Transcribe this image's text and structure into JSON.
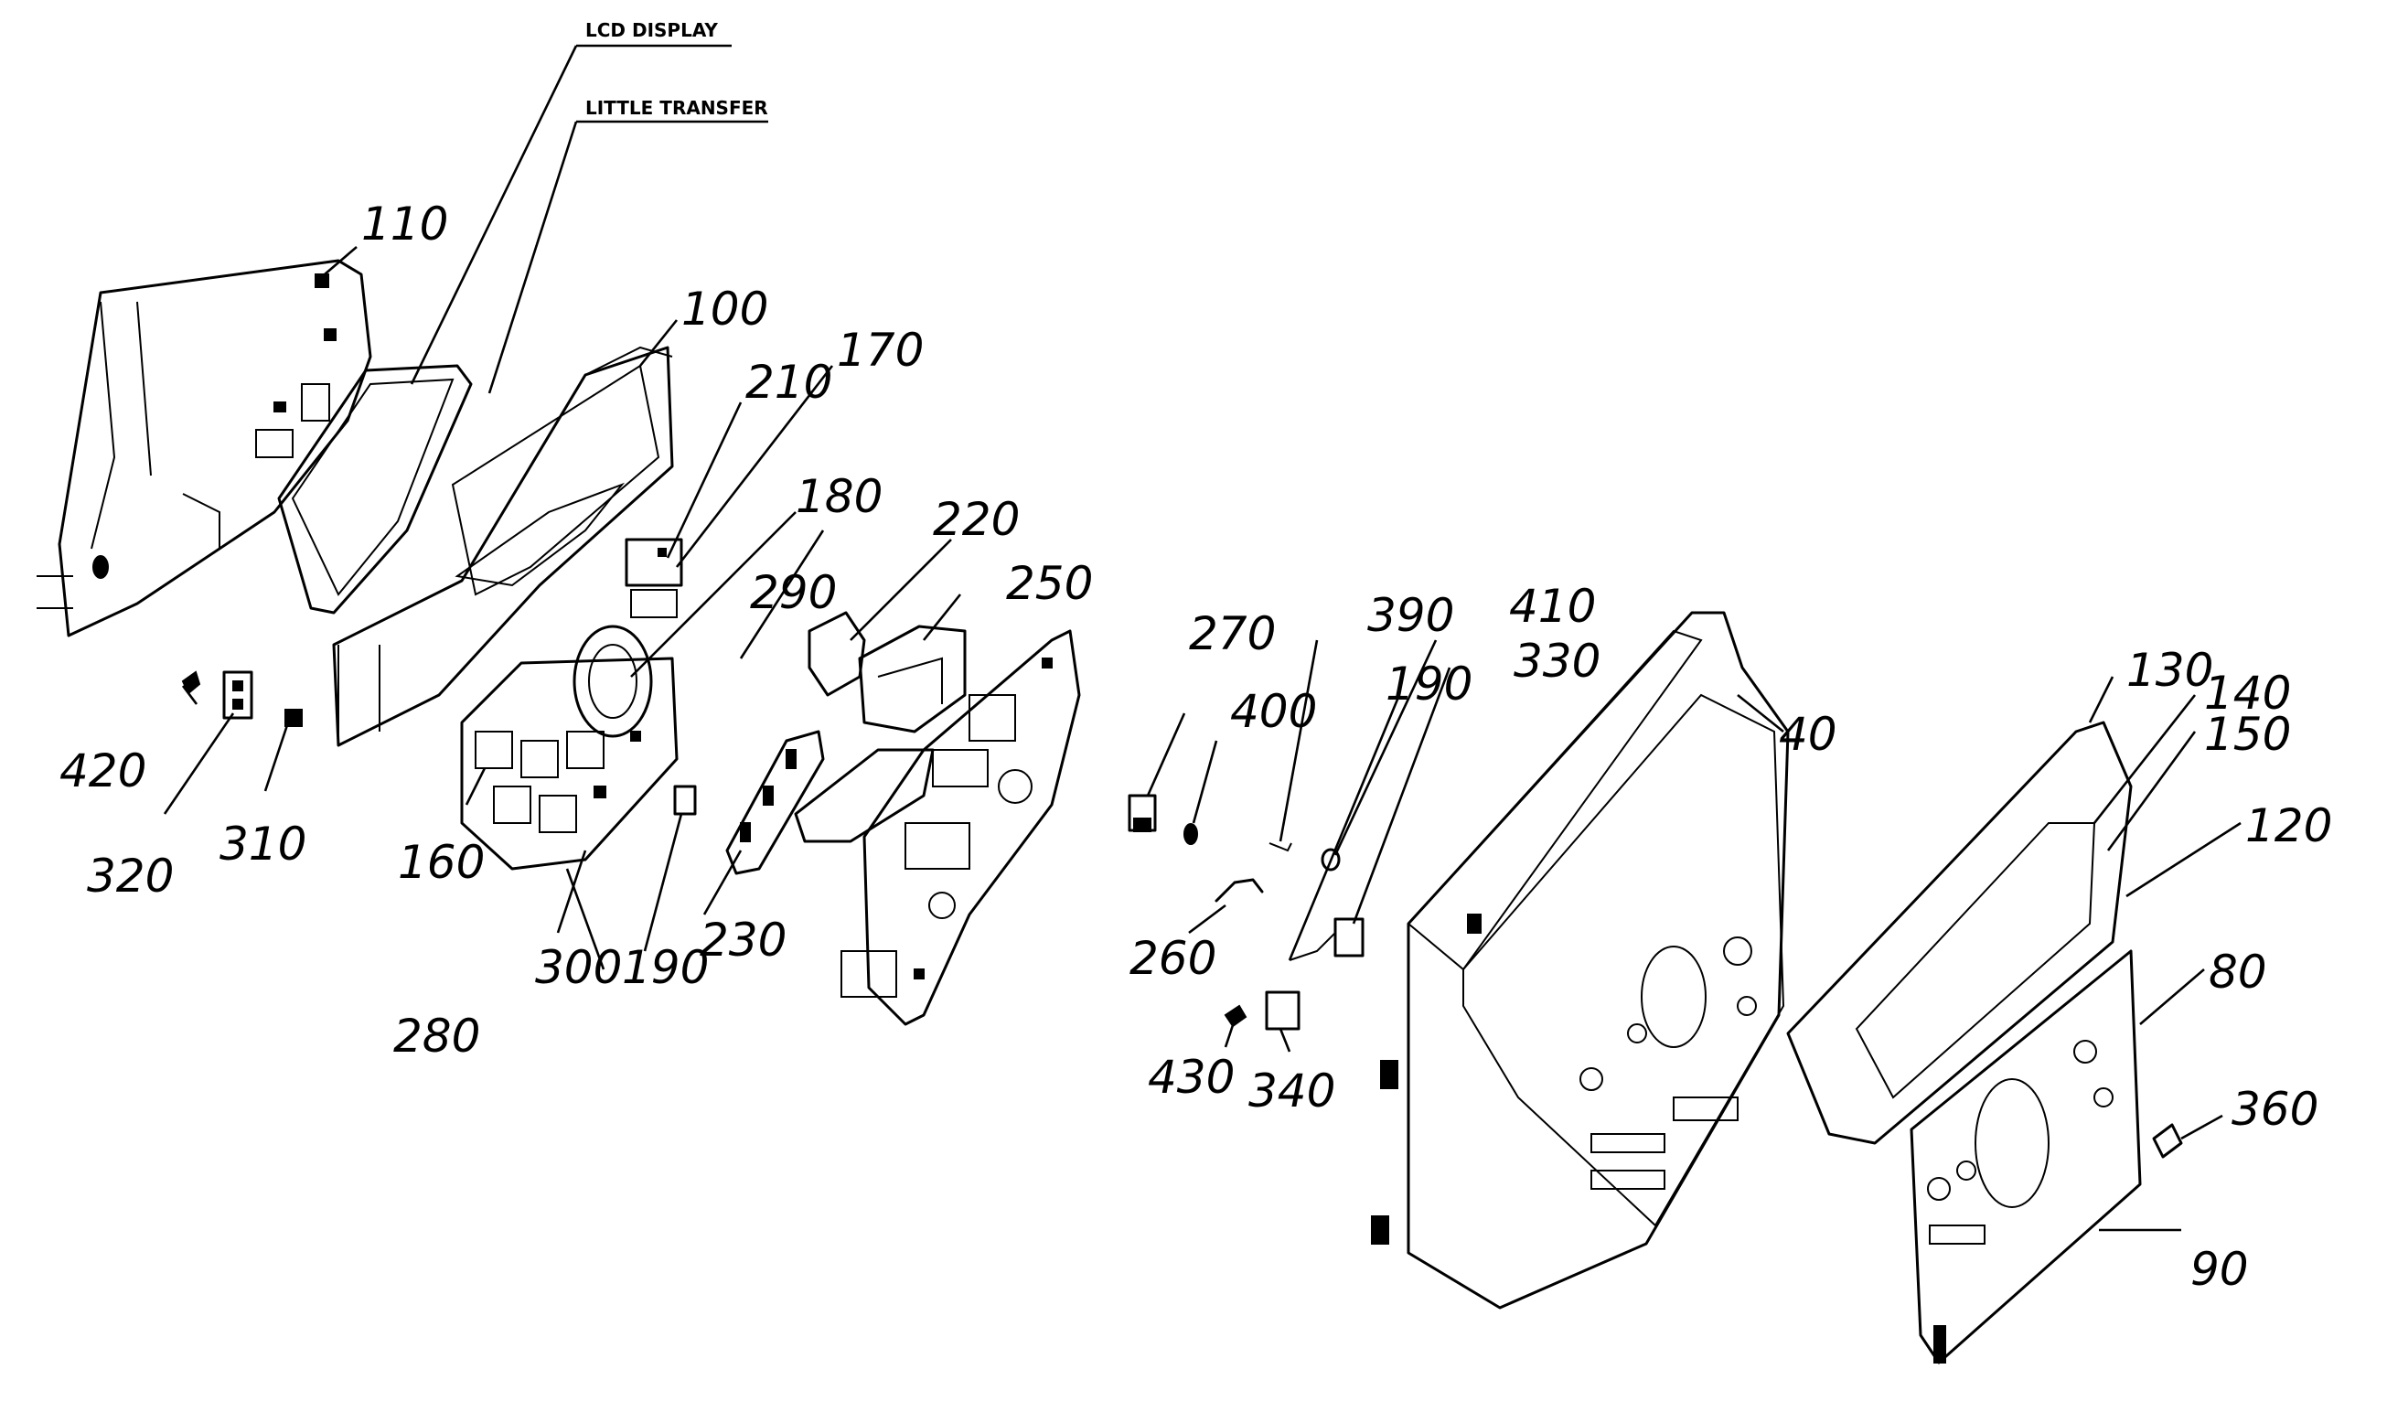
{
  "captions": {
    "lcd_display": "LCD DISPLAY",
    "little_transfer": "LITTLE TRANSFER"
  },
  "callouts": {
    "c110": "110",
    "c100": "100",
    "c210": "210",
    "c170": "170",
    "c180": "180",
    "c220": "220",
    "c250": "250",
    "c290": "290",
    "c420": "420",
    "c320": "320",
    "c310": "310",
    "c160": "160",
    "c280": "280",
    "c300": "300",
    "c190a": "190",
    "c230": "230",
    "c270": "270",
    "c400": "400",
    "c390": "390",
    "c410": "410",
    "c190b": "190",
    "c330": "330",
    "c260": "260",
    "c430": "430",
    "c340": "340",
    "c40": "40",
    "c130": "130",
    "c140": "140",
    "c150": "150",
    "c120": "120",
    "c80": "80",
    "c360": "360",
    "c90": "90"
  }
}
